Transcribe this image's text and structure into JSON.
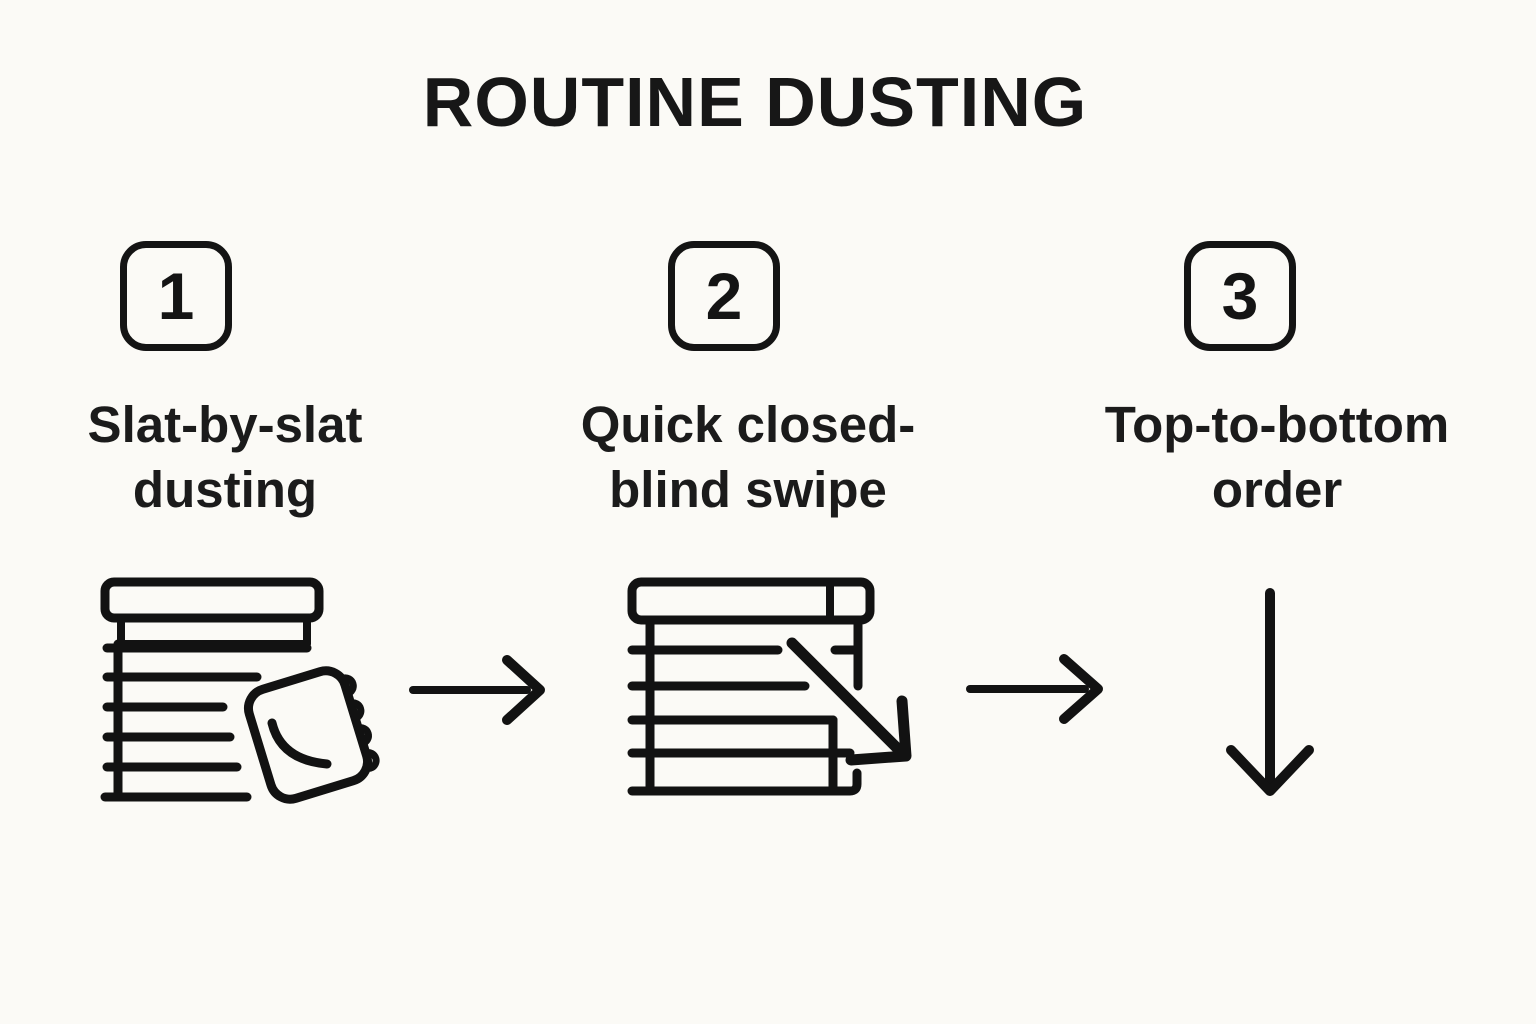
{
  "title": "ROUTINE DUSTING",
  "colors": {
    "background": "#fbfaf6",
    "ink": "#141414"
  },
  "steps": [
    {
      "number": "1",
      "label": "Slat-by-slat\ndusting",
      "icon": "blinds-with-cloth-icon"
    },
    {
      "number": "2",
      "label": "Quick closed-\nblind swipe",
      "icon": "blinds-diagonal-swipe-icon"
    },
    {
      "number": "3",
      "label": "Top-to-bottom\norder",
      "icon": "down-arrow-icon"
    }
  ],
  "connectors": [
    {
      "name": "arrow-step1-to-step2",
      "glyph": "right-arrow"
    },
    {
      "name": "arrow-step2-to-step3",
      "glyph": "right-arrow"
    }
  ]
}
